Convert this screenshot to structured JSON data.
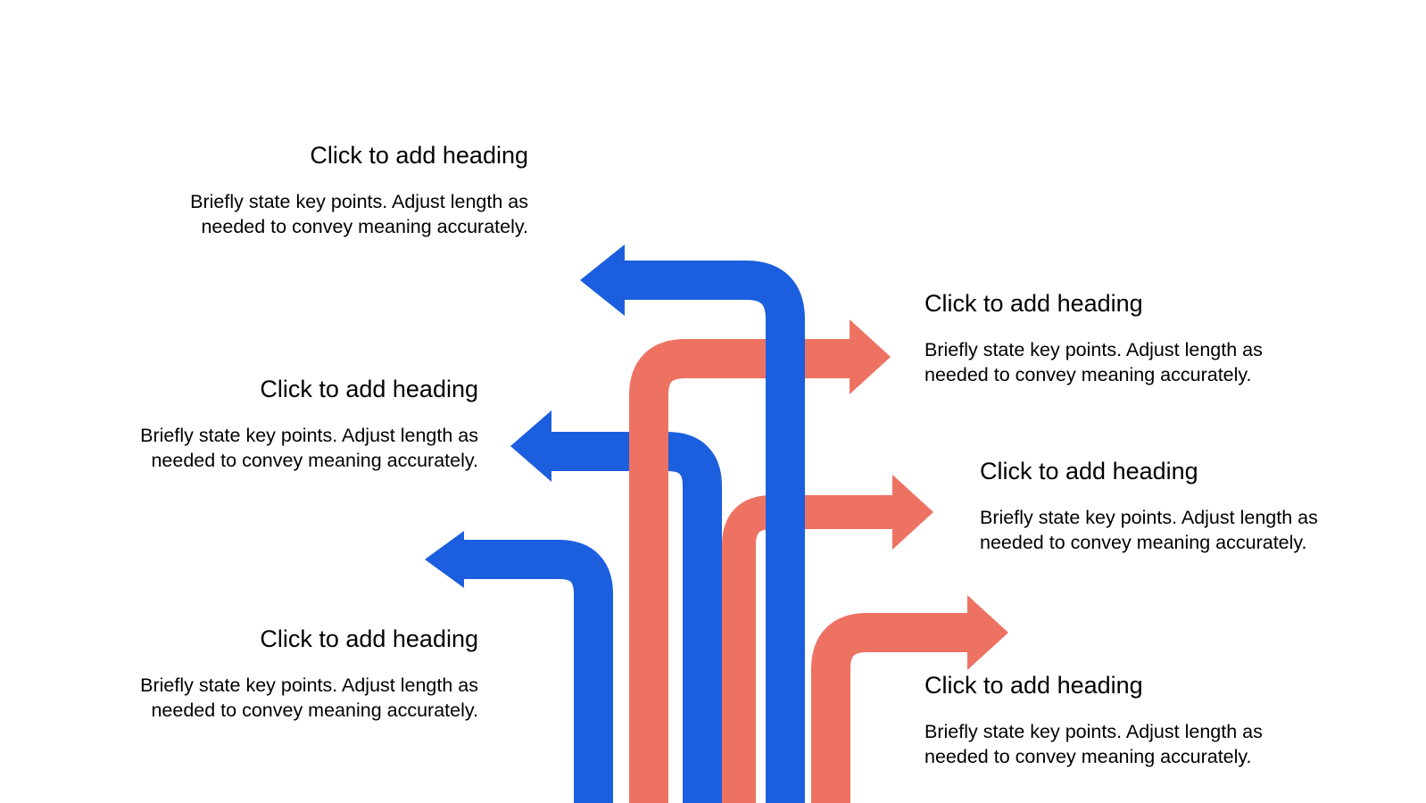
{
  "colors": {
    "blue": "#1B5FDF",
    "coral": "#EE7262",
    "background": "#FFFFFF",
    "text": "#000000"
  },
  "left_items": [
    {
      "heading": "Click to add heading",
      "body_line1": "Briefly state key points. Adjust length as",
      "body_line2": "needed to convey meaning accurately."
    },
    {
      "heading": "Click to add heading",
      "body_line1": "Briefly state key points. Adjust length as",
      "body_line2": "needed to convey meaning accurately."
    },
    {
      "heading": "Click to add heading",
      "body_line1": "Briefly state key points. Adjust length as",
      "body_line2": "needed to convey meaning accurately."
    }
  ],
  "right_items": [
    {
      "heading": "Click to add heading",
      "body_line1": "Briefly state key points. Adjust length as",
      "body_line2": "needed to convey meaning accurately."
    },
    {
      "heading": "Click to add heading",
      "body_line1": "Briefly state key points. Adjust length as",
      "body_line2": "needed to convey meaning accurately."
    },
    {
      "heading": "Click to add heading",
      "body_line1": "Briefly state key points. Adjust length as",
      "body_line2": "needed to convey meaning accurately."
    }
  ]
}
